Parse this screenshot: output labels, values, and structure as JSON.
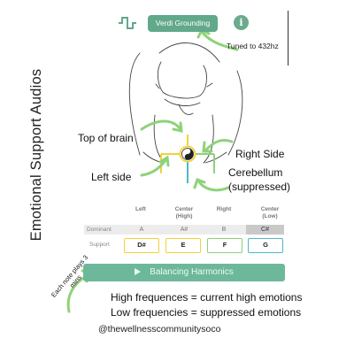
{
  "side_title": "Emotional Support Audios",
  "top_bar": {
    "wave_icon": "square-wave-icon",
    "button_label": "Verdi Grounding",
    "info_icon": "i",
    "tuned_label": "Tuned to 432hz"
  },
  "diagram": {
    "labels": {
      "top_of_brain": "Top of brain",
      "left_side": "Left side",
      "right_side": "Right Side",
      "cerebellum": "Cerebellum",
      "suppressed": "(suppressed)"
    },
    "colors": {
      "left": "#f2d23a",
      "center": "#f2d23a",
      "right": "#8fd27a",
      "cerebellum": "#4bb8c9",
      "arrow": "#8fd27a"
    }
  },
  "table": {
    "columns": [
      {
        "label": "Left"
      },
      {
        "label": "Center\n(High)"
      },
      {
        "label": "Right"
      },
      {
        "label": "Center\n(Low)"
      }
    ],
    "dominant_label": "Dominant",
    "support_label": "Support",
    "dominant": [
      "A",
      "A#",
      "B",
      "C#"
    ],
    "support": [
      "D#",
      "E",
      "F",
      "G"
    ],
    "support_colors": [
      "#f2d23a",
      "#f2d23a",
      "#8fd27a",
      "#4bb8c9"
    ]
  },
  "player": {
    "play_icon": "play-icon",
    "label": "Balancing Harmonics"
  },
  "note": "Each note plays 3 mins",
  "info_lines": [
    "High frequences = current high emotions",
    "Low frequencies = suppressed emotions"
  ],
  "handle": "@thewellnesscommunitysoco"
}
